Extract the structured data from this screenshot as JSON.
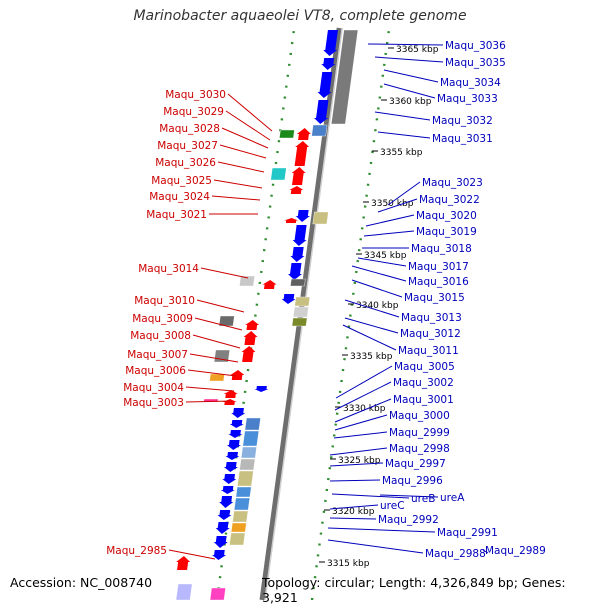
{
  "title": "Marinobacter aquaeolei VT8, complete genome",
  "footer": {
    "accession": "Accession: NC_008740",
    "topology": "Topology: circular; Length: 4,326,849 bp; Genes: 3,921"
  },
  "kbp_ticks": [
    "3365 kbp",
    "3360 kbp",
    "3355 kbp",
    "3350 kbp",
    "3345 kbp",
    "3340 kbp",
    "3335 kbp",
    "3330 kbp",
    "3325 kbp",
    "3320 kbp",
    "3315 kbp"
  ],
  "left_labels": [
    "Maqu_3030",
    "Maqu_3029",
    "Maqu_3028",
    "Maqu_3027",
    "Maqu_3026",
    "Maqu_3025",
    "Maqu_3024",
    "Maqu_3021",
    "Maqu_3014",
    "Maqu_3010",
    "Maqu_3009",
    "Maqu_3008",
    "Maqu_3007",
    "Maqu_3006",
    "Maqu_3004",
    "Maqu_3003",
    "Maqu_2985"
  ],
  "right_labels": [
    "Maqu_3036",
    "Maqu_3035",
    "Maqu_3034",
    "Maqu_3033",
    "Maqu_3032",
    "Maqu_3031",
    "Maqu_3023",
    "Maqu_3022",
    "Maqu_3020",
    "Maqu_3019",
    "Maqu_3018",
    "Maqu_3017",
    "Maqu_3016",
    "Maqu_3015",
    "Maqu_3013",
    "Maqu_3012",
    "Maqu_3011",
    "Maqu_3005",
    "Maqu_3002",
    "Maqu_3001",
    "Maqu_3000",
    "Maqu_2999",
    "Maqu_2998",
    "Maqu_2997",
    "Maqu_2996",
    "ureB",
    "ureA",
    "ureC",
    "Maqu_2992",
    "Maqu_2991",
    "Maqu_2988",
    "Maqu_2989"
  ],
  "colors": {
    "forward": "#ff0000",
    "reverse": "#0000ff",
    "left_label": "#cc0000",
    "right_label": "#0000bb",
    "backbone": "#808080",
    "dots": "#2e8b2e"
  }
}
